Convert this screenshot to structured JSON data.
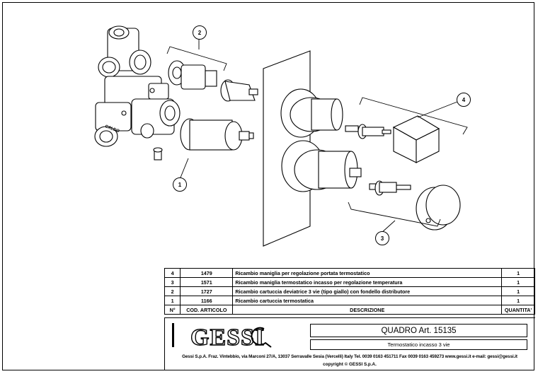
{
  "callouts": [
    "1",
    "2",
    "3",
    "4"
  ],
  "parts_table": {
    "rows": [
      {
        "n": "4",
        "code": "1479",
        "desc": "Ricambio maniglia per regolazione portata termostatico",
        "qty": "1"
      },
      {
        "n": "3",
        "code": "1571",
        "desc": "Ricambio maniglia termostatico incasso per regolazione temperatura",
        "qty": "1"
      },
      {
        "n": "2",
        "code": "1727",
        "desc": "Ricambio cartuccia deviatrice 3 vie (tipo giallo) con fondello distributore",
        "qty": "1"
      },
      {
        "n": "1",
        "code": "1166",
        "desc": "Ricambio cartuccia termostatica",
        "qty": "1"
      }
    ],
    "header": {
      "n": "N°",
      "code": "COD. ARTICOLO",
      "desc": "DESCRIZIONE",
      "qty": "QUANTITA'"
    }
  },
  "title_block": {
    "logo_text": "GESSI",
    "model": "QUADRO  Art. 15135",
    "subtitle": "Termostatico incasso 3 vie",
    "company_line": "Gessi S.p.A. Fraz. Vintebbio, via Marconi 27/A, 13037 Serravalle Sesia (Vercelli) Italy Tel. 0039 0163 451711 Fax 0039 0163 459273 www.gessi.it  e-mail: gessi@gessi.it",
    "copyright": "copyright © GESSI S.p.A."
  },
  "drawing": {
    "body_label": "CALDO"
  }
}
